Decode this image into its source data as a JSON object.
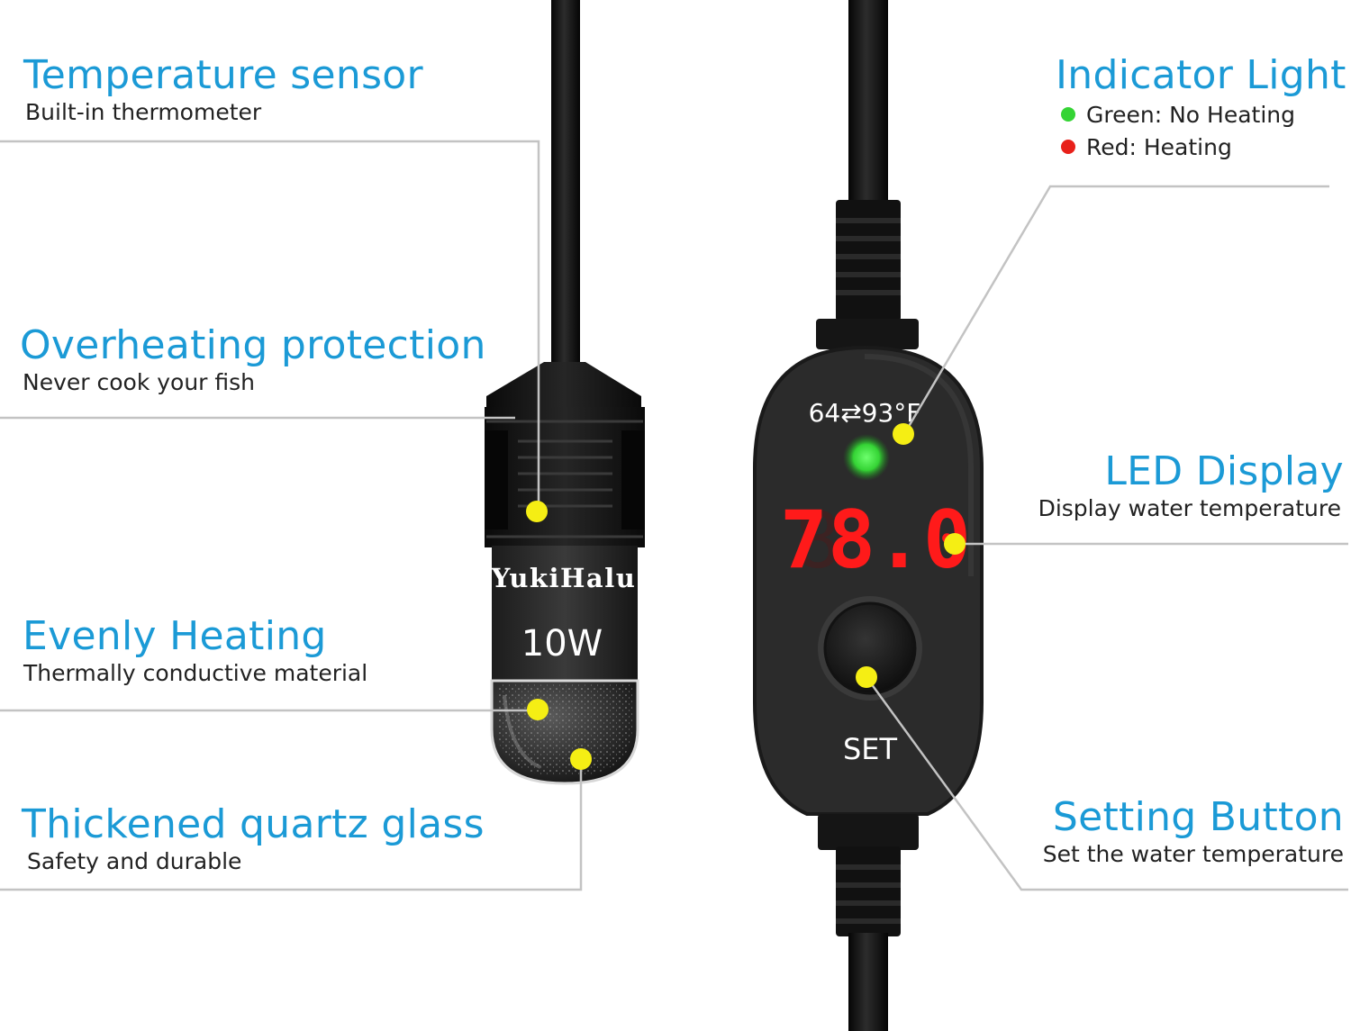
{
  "brand": "YukiHalu",
  "wattage": "10W",
  "controller": {
    "range_label": "64⇄93°F",
    "temperature_reading": "78.0",
    "button_label": "SET"
  },
  "features": {
    "temperature_sensor": {
      "title": "Temperature sensor",
      "subtitle": "Built-in thermometer"
    },
    "overheating": {
      "title": "Overheating protection",
      "subtitle": "Never cook your fish"
    },
    "evenly_heating": {
      "title": "Evenly Heating",
      "subtitle": "Thermally conductive material"
    },
    "quartz_glass": {
      "title": "Thickened quartz glass",
      "subtitle": "Safety and durable"
    },
    "indicator_light": {
      "title": "Indicator Light",
      "items": [
        {
          "label": "Green: No Heating",
          "color": "#35d435"
        },
        {
          "label": "Red: Heating",
          "color": "#e8201a"
        }
      ]
    },
    "led_display": {
      "title": "LED Display",
      "subtitle": "Display water temperature"
    },
    "setting_button": {
      "title": "Setting Button",
      "subtitle": "Set the water temperature"
    }
  },
  "colors": {
    "title_blue": "#1b9ad6",
    "marker_yellow": "#f5ee14",
    "led_red": "#ff1a1a",
    "indicator_green": "#35d435",
    "leader_gray": "#c3c3c3",
    "device_black": "#141414"
  }
}
